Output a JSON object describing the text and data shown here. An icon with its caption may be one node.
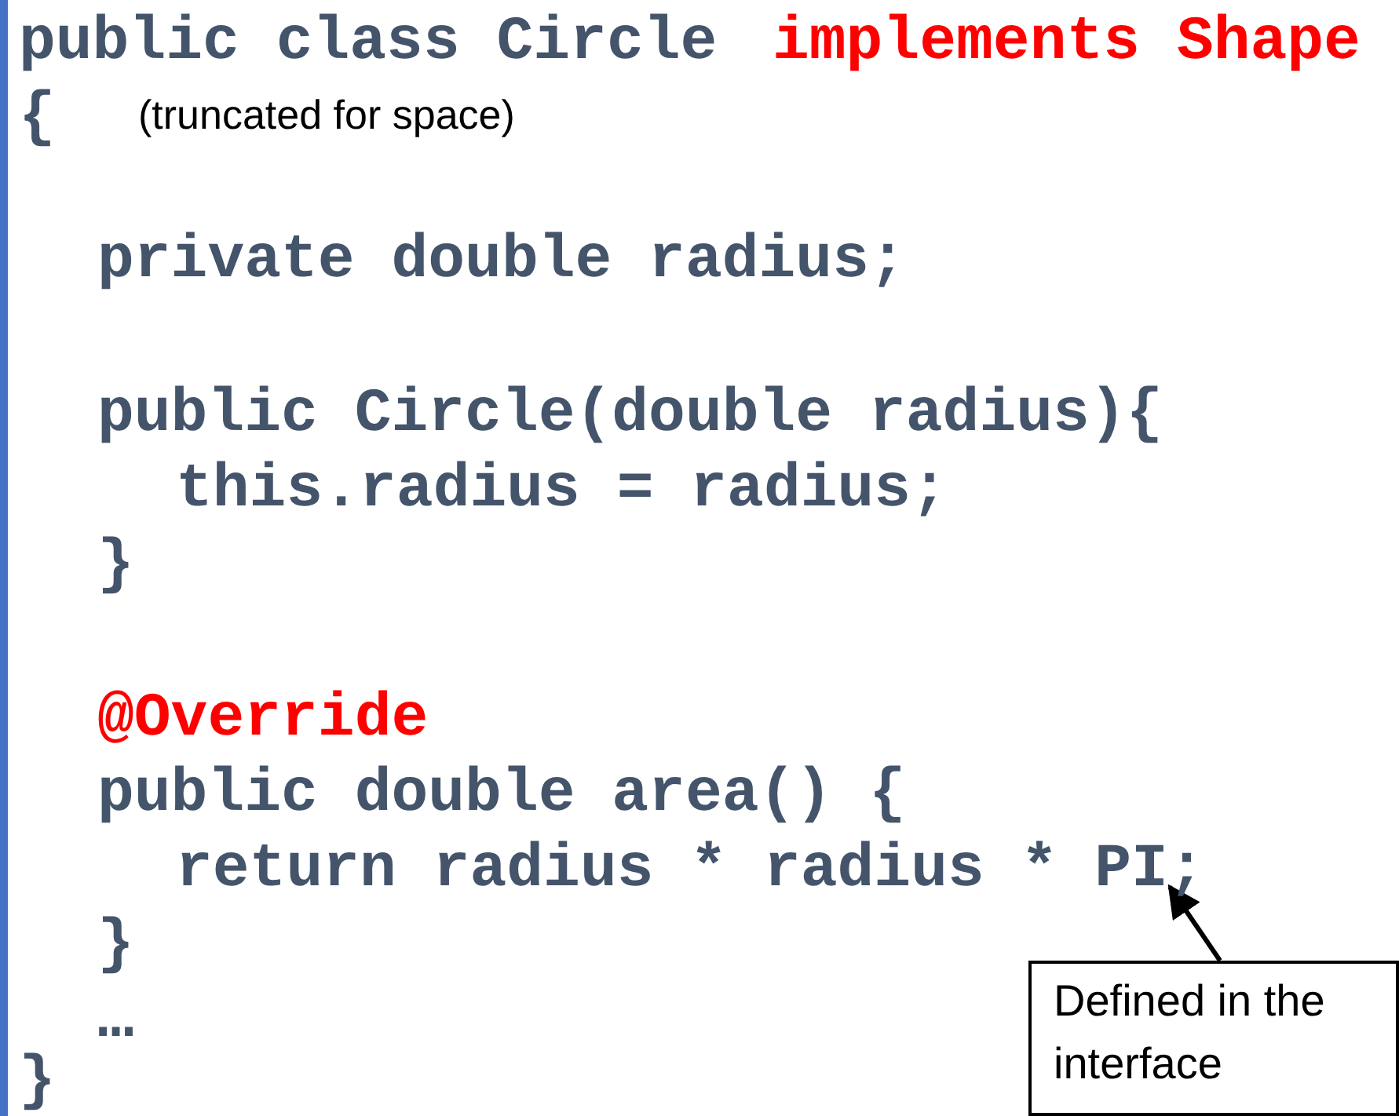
{
  "diagram": {
    "nodes": [
      {
        "text": [
          "return radius * radius * PI;"
        ]
      },
      {
        "text": [
          "Defined in the interface"
        ]
      }
    ],
    "edges": [
      {
        "from": 1,
        "to": 0,
        "arrow": "to"
      }
    ],
    "labels": [
      "public class Circle",
      "implements Shape",
      "{",
      "(truncated for space)",
      "private double radius;",
      "public Circle(double radius){",
      "this.radius = radius;",
      "}",
      "@Override",
      "public double area() {",
      "}",
      "…",
      "}"
    ]
  }
}
